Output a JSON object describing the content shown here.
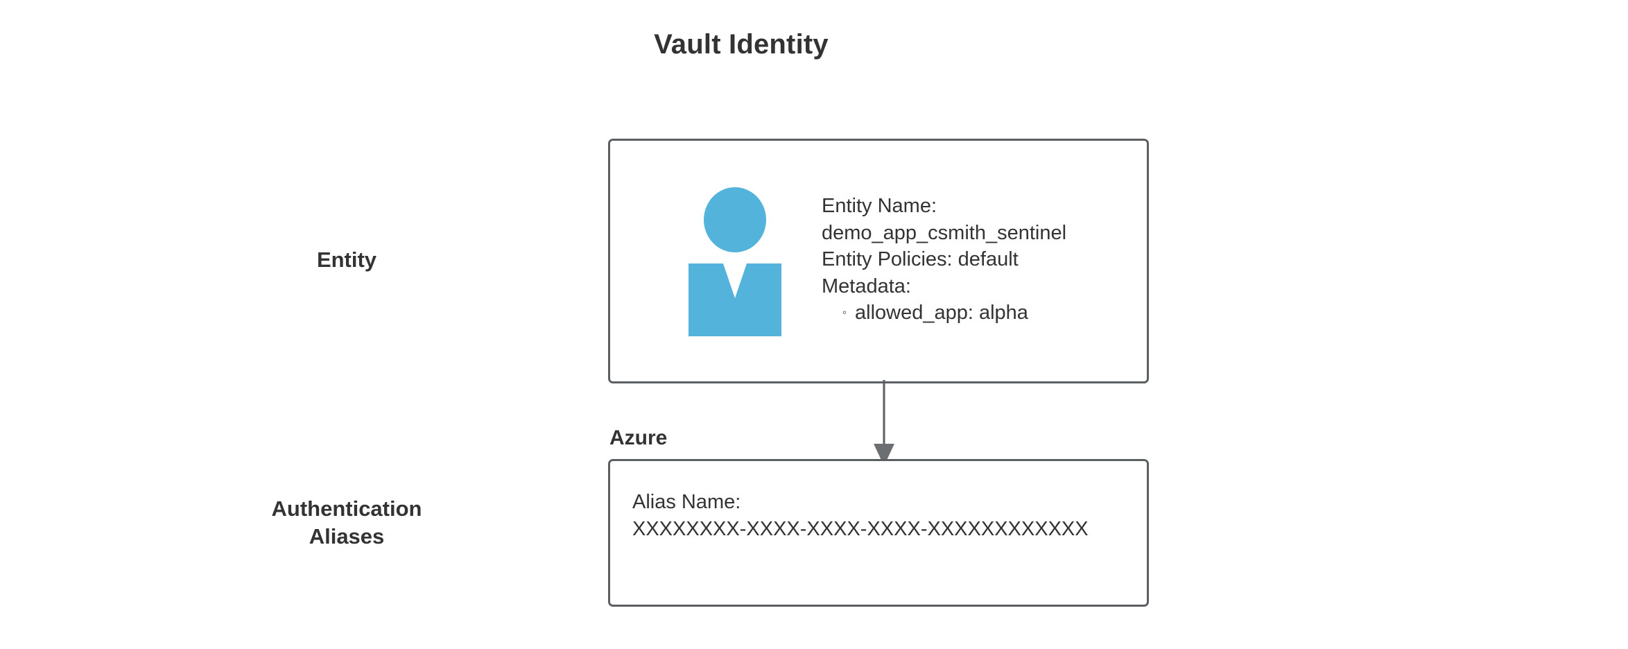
{
  "title": "Vault Identity",
  "colors": {
    "accent_blue": "#54b3da",
    "border_gray": "#5b5f62",
    "text_dark": "#333333",
    "background": "#ffffff"
  },
  "row_labels": {
    "entity": "Entity",
    "aliases_line1": "Authentication",
    "aliases_line2": "Aliases"
  },
  "entity_node": {
    "icon": "person-icon",
    "entity_name_label": "Entity Name:",
    "entity_name_value": "demo_app_csmith_sentinel",
    "entity_policies": "Entity Policies: default",
    "metadata_label": "Metadata:",
    "metadata_items": [
      {
        "bullet": "◦",
        "text": "allowed_app: alpha"
      }
    ]
  },
  "alias_node": {
    "auth_method": "Azure",
    "alias_name_label": "Alias Name:",
    "alias_name_value": "XXXXXXXX-XXXX-XXXX-XXXX-XXXXXXXXXXXX"
  },
  "connector": {
    "from": "entity-box",
    "to": "alias-box",
    "style": "solid-line-with-filled-arrowhead",
    "direction": "down"
  }
}
